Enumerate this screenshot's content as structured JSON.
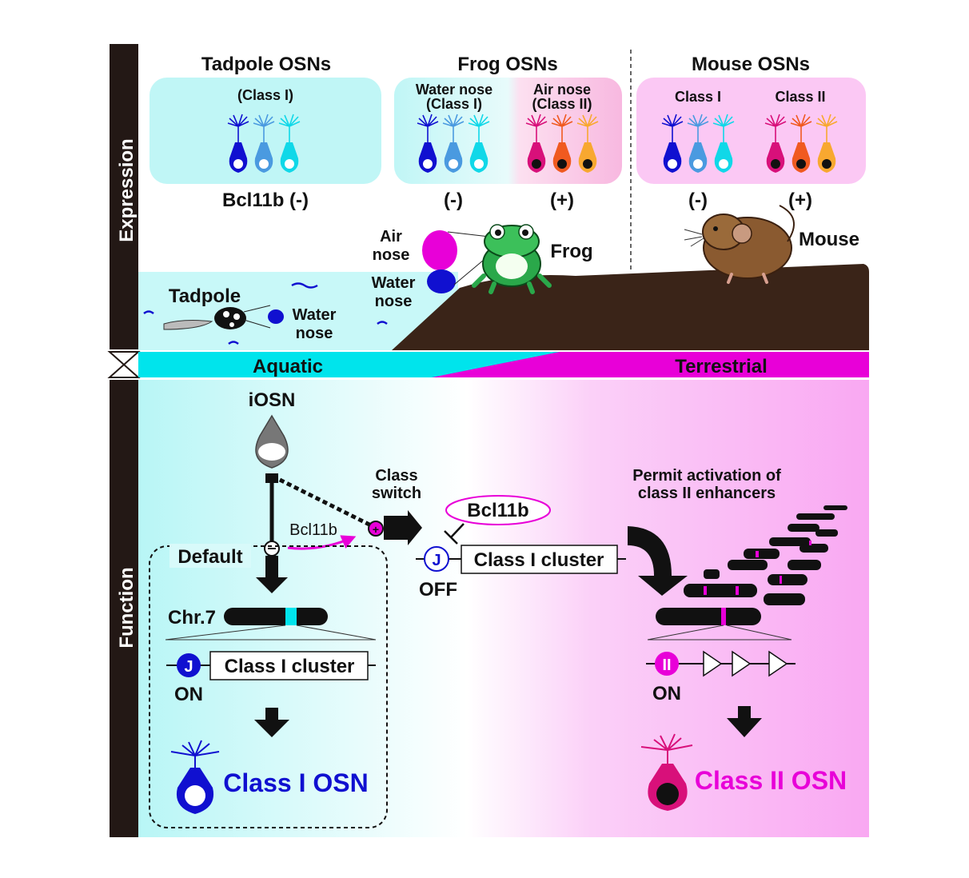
{
  "side_labels": {
    "expression": "Expression",
    "function": "Function"
  },
  "expression": {
    "tadpole_title": "Tadpole OSNs",
    "tadpole_class": "(Class I)",
    "tadpole_bcl": "Bcl11b (-)",
    "frog_title": "Frog OSNs",
    "frog_water_l1": "Water nose",
    "frog_water_l2": "(Class I)",
    "frog_air_l1": "Air nose",
    "frog_air_l2": "(Class II)",
    "frog_minus": "(-)",
    "frog_plus": "(+)",
    "mouse_title": "Mouse OSNs",
    "mouse_class1": "Class I",
    "mouse_class2": "Class II",
    "mouse_minus": "(-)",
    "mouse_plus": "(+)"
  },
  "habitat": {
    "air_nose_l1": "Air",
    "air_nose_l2": "nose",
    "frog": "Frog",
    "water_nose_frog_l1": "Water",
    "water_nose_frog_l2": "nose",
    "tadpole": "Tadpole",
    "water_nose_tad_l1": "Water",
    "water_nose_tad_l2": "nose",
    "mouse": "Mouse",
    "aquatic": "Aquatic",
    "terrestrial": "Terrestrial"
  },
  "function": {
    "iosn": "iOSN",
    "bcl11b_arrow": "Bcl11b",
    "default": "Default",
    "class_switch_l1": "Class",
    "class_switch_l2": "switch",
    "bcl11b_oval": "Bcl11b",
    "j_letter": "J",
    "class1_cluster_off": "Class I cluster",
    "off": "OFF",
    "chr7": "Chr.7",
    "class1_cluster_on": "Class I cluster",
    "on_left": "ON",
    "class1_osn": "Class I OSN",
    "permit_l1": "Permit activation of",
    "permit_l2": "class II enhancers",
    "ii_letter": "II",
    "on_right": "ON",
    "class2_osn": "Class II OSN"
  },
  "colors": {
    "cyan": "#00e4ec",
    "magenta": "#e800d8",
    "dark_brown": "#3a2418",
    "blue": "#1010d0",
    "class2_red": "#d8107a"
  }
}
